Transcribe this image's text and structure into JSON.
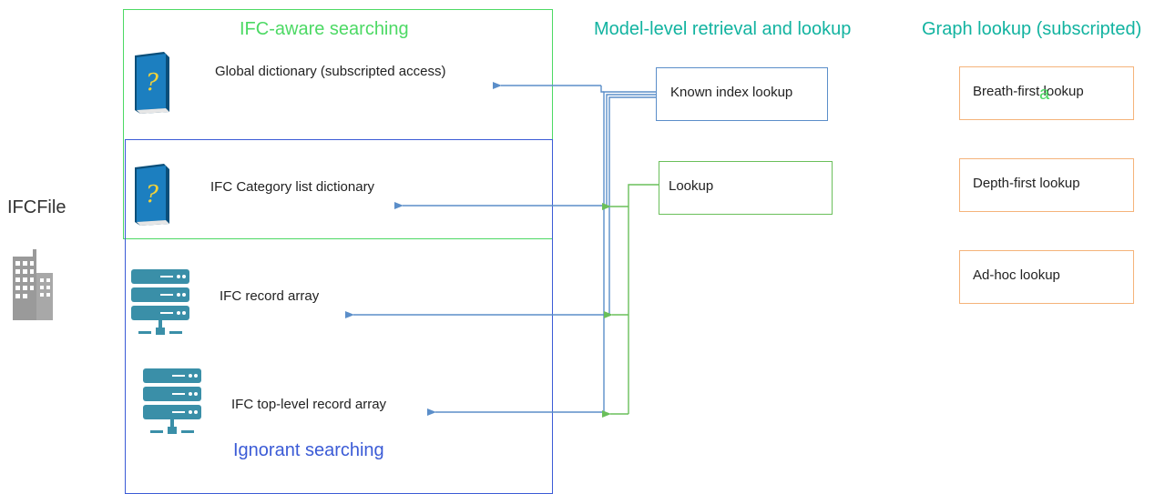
{
  "left": {
    "file_label": "IFCFile",
    "file_icon": "building-icon"
  },
  "aware_region": {
    "title": "IFC-aware searching",
    "color": "#4cd964"
  },
  "ignorant_region": {
    "title": "Ignorant searching",
    "color": "#3b5bd6"
  },
  "data_structures": [
    {
      "label": "Global dictionary (subscripted access)",
      "icon": "book-icon"
    },
    {
      "label": "IFC Category list dictionary",
      "icon": "book-icon"
    },
    {
      "label": "IFC record array",
      "icon": "server-icon"
    },
    {
      "label": "IFC top-level record array",
      "icon": "server-icon"
    }
  ],
  "model_level": {
    "heading": "Model-level retrieval and lookup",
    "known_index": "Known index lookup",
    "lookup": "Lookup",
    "blue_color": "#5b8ec9",
    "green_color": "#6abf5a"
  },
  "graph": {
    "heading": "Graph lookup (subscripted)",
    "items": [
      "Breath-first lookup",
      "Depth-first lookup",
      "Ad-hoc lookup"
    ],
    "stray_mark": "a",
    "color": "#f5b37a"
  },
  "heading_color": "#12b3a0"
}
